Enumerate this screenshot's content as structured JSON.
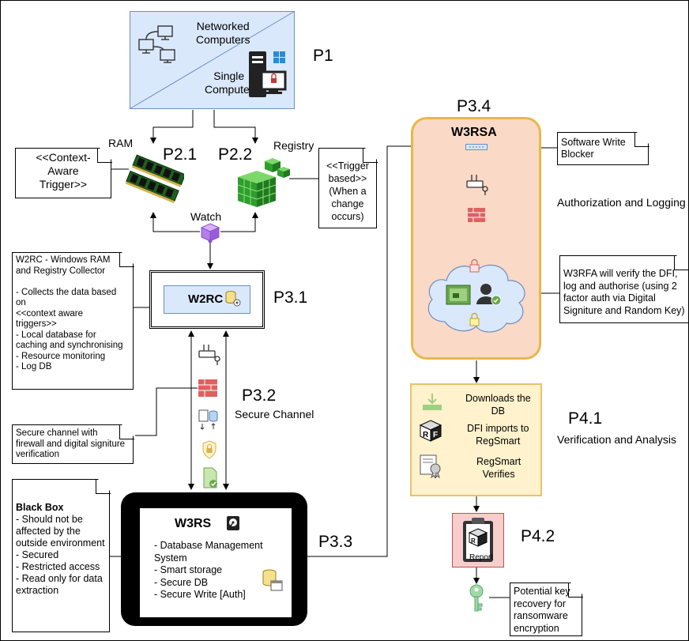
{
  "p1": {
    "label": "P1",
    "networked": "Networked\nComputers",
    "single": "Single\nComputer"
  },
  "p2_1": {
    "label": "P2.1",
    "ram": "RAM"
  },
  "p2_2": {
    "label": "P2.2",
    "registry": "Registry"
  },
  "watch": "Watch",
  "context_trigger": "<<Context-\nAware\nTrigger>>",
  "trigger_based": "<<Trigger\nbased>>\n(When a\nchange\noccurs)",
  "w2rc_note": "W2RC - Windows RAM\nand Registry Collector\n\n- Collects the data based\non\n<<context aware\ntriggers>>\n- Local database for\ncaching and synchronising\n- Resource monitoring\n- Log DB",
  "w2rc": {
    "title": "W2RC",
    "label": "P3.1"
  },
  "p3_2": {
    "label": "P3.2",
    "caption": "Secure Channel"
  },
  "secure_note": "Secure channel with\nfirewall and digital signiture\nverification",
  "black_box_note": {
    "title": "Black Box",
    "body": "- Should not be\naffected by the\noutside environment\n- Secured\n- Restricted access\n- Read only for data\nextraction"
  },
  "w3rs": {
    "title": "W3RS",
    "body": "- Database Management\nSystem\n- Smart storage\n- Secure DB\n- Secure Write [Auth]",
    "label": "P3.3"
  },
  "w3rsa": {
    "title": "W3RSA",
    "label": "P3.4",
    "caption": "Authorization and Logging"
  },
  "software_blocker": "Software Write\nBlocker",
  "w3rfa_note": "W3RFA will verify the DFI,\nlog and authorise (using 2\nfactor auth via Digital\nSigniture and Random Key)",
  "p4_1": {
    "label": "P4.1",
    "caption": "Verification and Analysis",
    "steps": [
      "Downloads the\nDB",
      "DFI imports to\nRegSmart",
      "RegSmart\nVerifies"
    ]
  },
  "p4_2": {
    "label": "P4.2",
    "report": "Report"
  },
  "key_note": "Potential key\nrecovery for\nransomware\nencryption",
  "colors": {
    "p1_fill": "#dae8fc",
    "p1_stroke": "#6c8ebf",
    "w3rsa_fill": "#fad9c6",
    "w3rsa_stroke": "#e6b84c",
    "cloud_fill": "#dae8fc",
    "p4_fill": "#fff2cc",
    "p4_stroke": "#e6c46a",
    "report_fill": "#f8cecc",
    "report_stroke": "#b85450",
    "firewall": "#e06060"
  }
}
